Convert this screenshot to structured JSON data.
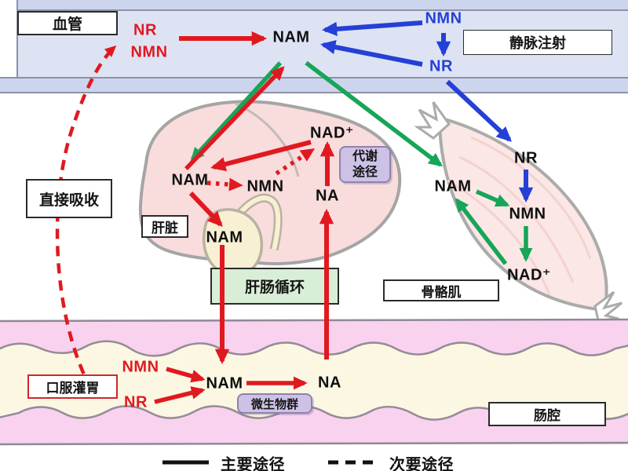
{
  "title": "NAD metabolism routes diagram",
  "regions": {
    "vessel": "血管",
    "iv_injection": "静脉注射",
    "direct_absorption": "直接吸收",
    "liver": "肝脏",
    "metabolic_line1": "代谢",
    "metabolic_line2": "途径",
    "enterohepatic_circulation": "肝肠循环",
    "skeletal_muscle": "骨骼肌",
    "oral_gavage": "口服灌胃",
    "microbiota": "微生物群",
    "intestinal_lumen": "肠腔"
  },
  "molecules": {
    "blood_nr": "NR",
    "blood_nmn": "NMN",
    "blood_nam": "NAM",
    "iv_nmn": "NMN",
    "iv_nr": "NR",
    "liver_nam": "NAM",
    "liver_nmn": "NMN",
    "liver_nad": "NAD⁺",
    "liver_na": "NA",
    "bile_nam": "NAM",
    "muscle_nr": "NR",
    "muscle_nam": "NAM",
    "muscle_nmn": "NMN",
    "muscle_nad": "NAD⁺",
    "gut_nmn": "NMN",
    "gut_nr": "NR",
    "gut_nam": "NAM",
    "gut_na": "NA"
  },
  "legend": {
    "main": "主要途径",
    "secondary": "次要途径"
  },
  "colors": {
    "main_red": "#e01920",
    "main_green": "#17a558",
    "main_blue": "#2440d6",
    "vessel_bg": "#dee3f4",
    "vessel_wall": "#cdd4ee",
    "liver_fill": "#f9dcdc",
    "muscle_fill": "#fbe7e5",
    "intestine_wall": "#f8d2ee",
    "lumen_fill": "#fbf7e2",
    "purple_box": "#cdc2e6",
    "green_box": "#d9eed6"
  }
}
